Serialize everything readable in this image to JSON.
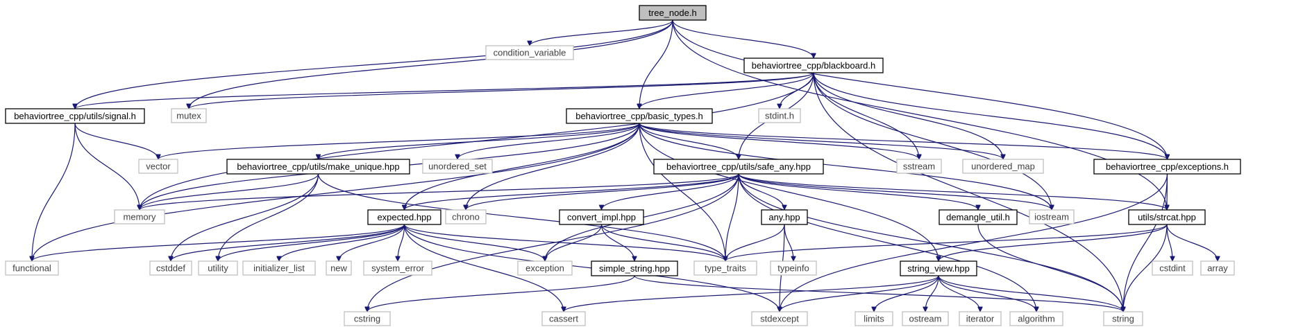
{
  "diagram": {
    "colors": {
      "root_fill": "#bfbfbf",
      "project_fill": "#ffffff",
      "project_stroke": "#000000",
      "external_stroke": "#bfbfbf",
      "external_text": "#404040",
      "edge": "#191970"
    },
    "nodes": [
      {
        "id": "tree_node",
        "label": "tree_node.h",
        "kind": "root"
      },
      {
        "id": "condition_variable",
        "label": "condition_variable",
        "kind": "external"
      },
      {
        "id": "blackboard",
        "label": "behaviortree_cpp/blackboard.h",
        "kind": "project"
      },
      {
        "id": "signal",
        "label": "behaviortree_cpp/utils/signal.h",
        "kind": "project"
      },
      {
        "id": "mutex",
        "label": "mutex",
        "kind": "external"
      },
      {
        "id": "basic_types",
        "label": "behaviortree_cpp/basic_types.h",
        "kind": "project"
      },
      {
        "id": "stdint",
        "label": "stdint.h",
        "kind": "external"
      },
      {
        "id": "vector",
        "label": "vector",
        "kind": "external"
      },
      {
        "id": "make_unique",
        "label": "behaviortree_cpp/utils/make_unique.hpp",
        "kind": "project"
      },
      {
        "id": "unordered_set",
        "label": "unordered_set",
        "kind": "external"
      },
      {
        "id": "safe_any",
        "label": "behaviortree_cpp/utils/safe_any.hpp",
        "kind": "project"
      },
      {
        "id": "sstream",
        "label": "sstream",
        "kind": "external"
      },
      {
        "id": "unordered_map",
        "label": "unordered_map",
        "kind": "external"
      },
      {
        "id": "exceptions",
        "label": "behaviortree_cpp/exceptions.h",
        "kind": "project"
      },
      {
        "id": "memory",
        "label": "memory",
        "kind": "external"
      },
      {
        "id": "chrono",
        "label": "chrono",
        "kind": "external"
      },
      {
        "id": "expected",
        "label": "expected.hpp",
        "kind": "project"
      },
      {
        "id": "convert_impl",
        "label": "convert_impl.hpp",
        "kind": "project"
      },
      {
        "id": "any",
        "label": "any.hpp",
        "kind": "project"
      },
      {
        "id": "demangle_util",
        "label": "demangle_util.h",
        "kind": "project"
      },
      {
        "id": "iostream",
        "label": "iostream",
        "kind": "external"
      },
      {
        "id": "strcat",
        "label": "utils/strcat.hpp",
        "kind": "project"
      },
      {
        "id": "functional",
        "label": "functional",
        "kind": "external"
      },
      {
        "id": "cstddef",
        "label": "cstddef",
        "kind": "external"
      },
      {
        "id": "utility",
        "label": "utility",
        "kind": "external"
      },
      {
        "id": "initializer_list",
        "label": "initializer_list",
        "kind": "external"
      },
      {
        "id": "new",
        "label": "new",
        "kind": "external"
      },
      {
        "id": "system_error",
        "label": "system_error",
        "kind": "external"
      },
      {
        "id": "exception",
        "label": "exception",
        "kind": "external"
      },
      {
        "id": "type_traits",
        "label": "type_traits",
        "kind": "external"
      },
      {
        "id": "typeinfo",
        "label": "typeinfo",
        "kind": "external"
      },
      {
        "id": "simple_string",
        "label": "simple_string.hpp",
        "kind": "project"
      },
      {
        "id": "string_view",
        "label": "string_view.hpp",
        "kind": "project"
      },
      {
        "id": "cstdint",
        "label": "cstdint",
        "kind": "external"
      },
      {
        "id": "array",
        "label": "array",
        "kind": "external"
      },
      {
        "id": "cstring",
        "label": "cstring",
        "kind": "external"
      },
      {
        "id": "cassert",
        "label": "cassert",
        "kind": "external"
      },
      {
        "id": "stdexcept",
        "label": "stdexcept",
        "kind": "external"
      },
      {
        "id": "limits",
        "label": "limits",
        "kind": "external"
      },
      {
        "id": "ostream",
        "label": "ostream",
        "kind": "external"
      },
      {
        "id": "iterator",
        "label": "iterator",
        "kind": "external"
      },
      {
        "id": "algorithm",
        "label": "algorithm",
        "kind": "external"
      },
      {
        "id": "string",
        "label": "string",
        "kind": "external"
      }
    ],
    "edges": [
      [
        "tree_node",
        "condition_variable"
      ],
      [
        "tree_node",
        "blackboard"
      ],
      [
        "tree_node",
        "signal"
      ],
      [
        "tree_node",
        "mutex"
      ],
      [
        "tree_node",
        "basic_types"
      ],
      [
        "tree_node",
        "exceptions"
      ],
      [
        "tree_node",
        "strcat"
      ],
      [
        "blackboard",
        "signal"
      ],
      [
        "blackboard",
        "mutex"
      ],
      [
        "blackboard",
        "memory"
      ],
      [
        "blackboard",
        "basic_types"
      ],
      [
        "blackboard",
        "stdint"
      ],
      [
        "blackboard",
        "safe_any"
      ],
      [
        "blackboard",
        "sstream"
      ],
      [
        "blackboard",
        "unordered_map"
      ],
      [
        "blackboard",
        "iostream"
      ],
      [
        "blackboard",
        "exceptions"
      ],
      [
        "blackboard",
        "string"
      ],
      [
        "signal",
        "vector"
      ],
      [
        "signal",
        "memory"
      ],
      [
        "signal",
        "functional"
      ],
      [
        "basic_types",
        "vector"
      ],
      [
        "basic_types",
        "functional"
      ],
      [
        "basic_types",
        "make_unique"
      ],
      [
        "basic_types",
        "unordered_set"
      ],
      [
        "basic_types",
        "safe_any"
      ],
      [
        "basic_types",
        "sstream"
      ],
      [
        "basic_types",
        "unordered_map"
      ],
      [
        "basic_types",
        "exceptions"
      ],
      [
        "basic_types",
        "memory"
      ],
      [
        "basic_types",
        "expected"
      ],
      [
        "basic_types",
        "chrono"
      ],
      [
        "basic_types",
        "type_traits"
      ],
      [
        "basic_types",
        "string_view"
      ],
      [
        "basic_types",
        "iostream"
      ],
      [
        "make_unique",
        "memory"
      ],
      [
        "make_unique",
        "cstddef"
      ],
      [
        "make_unique",
        "utility"
      ],
      [
        "make_unique",
        "type_traits"
      ],
      [
        "safe_any",
        "memory"
      ],
      [
        "safe_any",
        "expected"
      ],
      [
        "safe_any",
        "chrono"
      ],
      [
        "safe_any",
        "exception"
      ],
      [
        "safe_any",
        "convert_impl"
      ],
      [
        "safe_any",
        "type_traits"
      ],
      [
        "safe_any",
        "any"
      ],
      [
        "safe_any",
        "demangle_util"
      ],
      [
        "safe_any",
        "iostream"
      ],
      [
        "safe_any",
        "strcat"
      ],
      [
        "safe_any",
        "algorithm"
      ],
      [
        "safe_any",
        "string"
      ],
      [
        "safe_any",
        "cstring"
      ],
      [
        "exceptions",
        "strcat"
      ],
      [
        "exceptions",
        "stdexcept"
      ],
      [
        "exceptions",
        "string"
      ],
      [
        "expected",
        "functional"
      ],
      [
        "expected",
        "cstddef"
      ],
      [
        "expected",
        "utility"
      ],
      [
        "expected",
        "initializer_list"
      ],
      [
        "expected",
        "new"
      ],
      [
        "expected",
        "system_error"
      ],
      [
        "expected",
        "exception"
      ],
      [
        "expected",
        "type_traits"
      ],
      [
        "expected",
        "cassert"
      ],
      [
        "expected",
        "stdexcept"
      ],
      [
        "convert_impl",
        "exception"
      ],
      [
        "convert_impl",
        "type_traits"
      ],
      [
        "convert_impl",
        "simple_string"
      ],
      [
        "any",
        "type_traits"
      ],
      [
        "any",
        "typeinfo"
      ],
      [
        "any",
        "stdexcept"
      ],
      [
        "demangle_util",
        "string"
      ],
      [
        "strcat",
        "type_traits"
      ],
      [
        "strcat",
        "string_view"
      ],
      [
        "strcat",
        "cstdint"
      ],
      [
        "strcat",
        "array"
      ],
      [
        "strcat",
        "string"
      ],
      [
        "simple_string",
        "cstring"
      ],
      [
        "simple_string",
        "string"
      ],
      [
        "string_view",
        "cassert"
      ],
      [
        "string_view",
        "stdexcept"
      ],
      [
        "string_view",
        "limits"
      ],
      [
        "string_view",
        "ostream"
      ],
      [
        "string_view",
        "iterator"
      ],
      [
        "string_view",
        "algorithm"
      ],
      [
        "string_view",
        "string"
      ]
    ]
  }
}
